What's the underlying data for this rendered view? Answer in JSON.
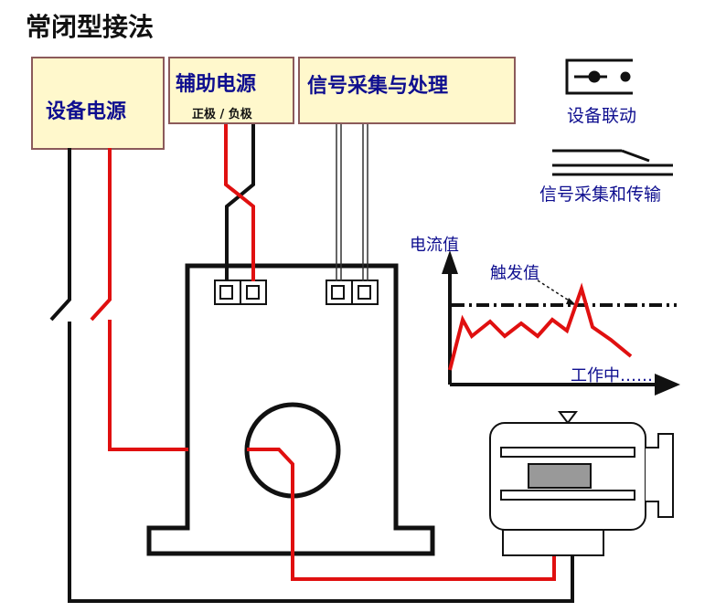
{
  "title": "常闭型接法",
  "boxes": {
    "equipment_power": "设备电源",
    "aux_power": "辅助电源",
    "aux_power_sub": "正极 / 负极",
    "signal": "信号采集与处理"
  },
  "legend": {
    "linkage": "设备联动",
    "signal_transfer": "信号采集和传输"
  },
  "chart": {
    "ylabel": "电流值",
    "trigger_label": "触发值",
    "status_label": "工作中……"
  },
  "colors": {
    "box_fill": "#fff8cc",
    "text_blue": "#0e0e8f",
    "wire_red": "#e01010",
    "line_black": "#111111",
    "core_gray": "#999999"
  }
}
